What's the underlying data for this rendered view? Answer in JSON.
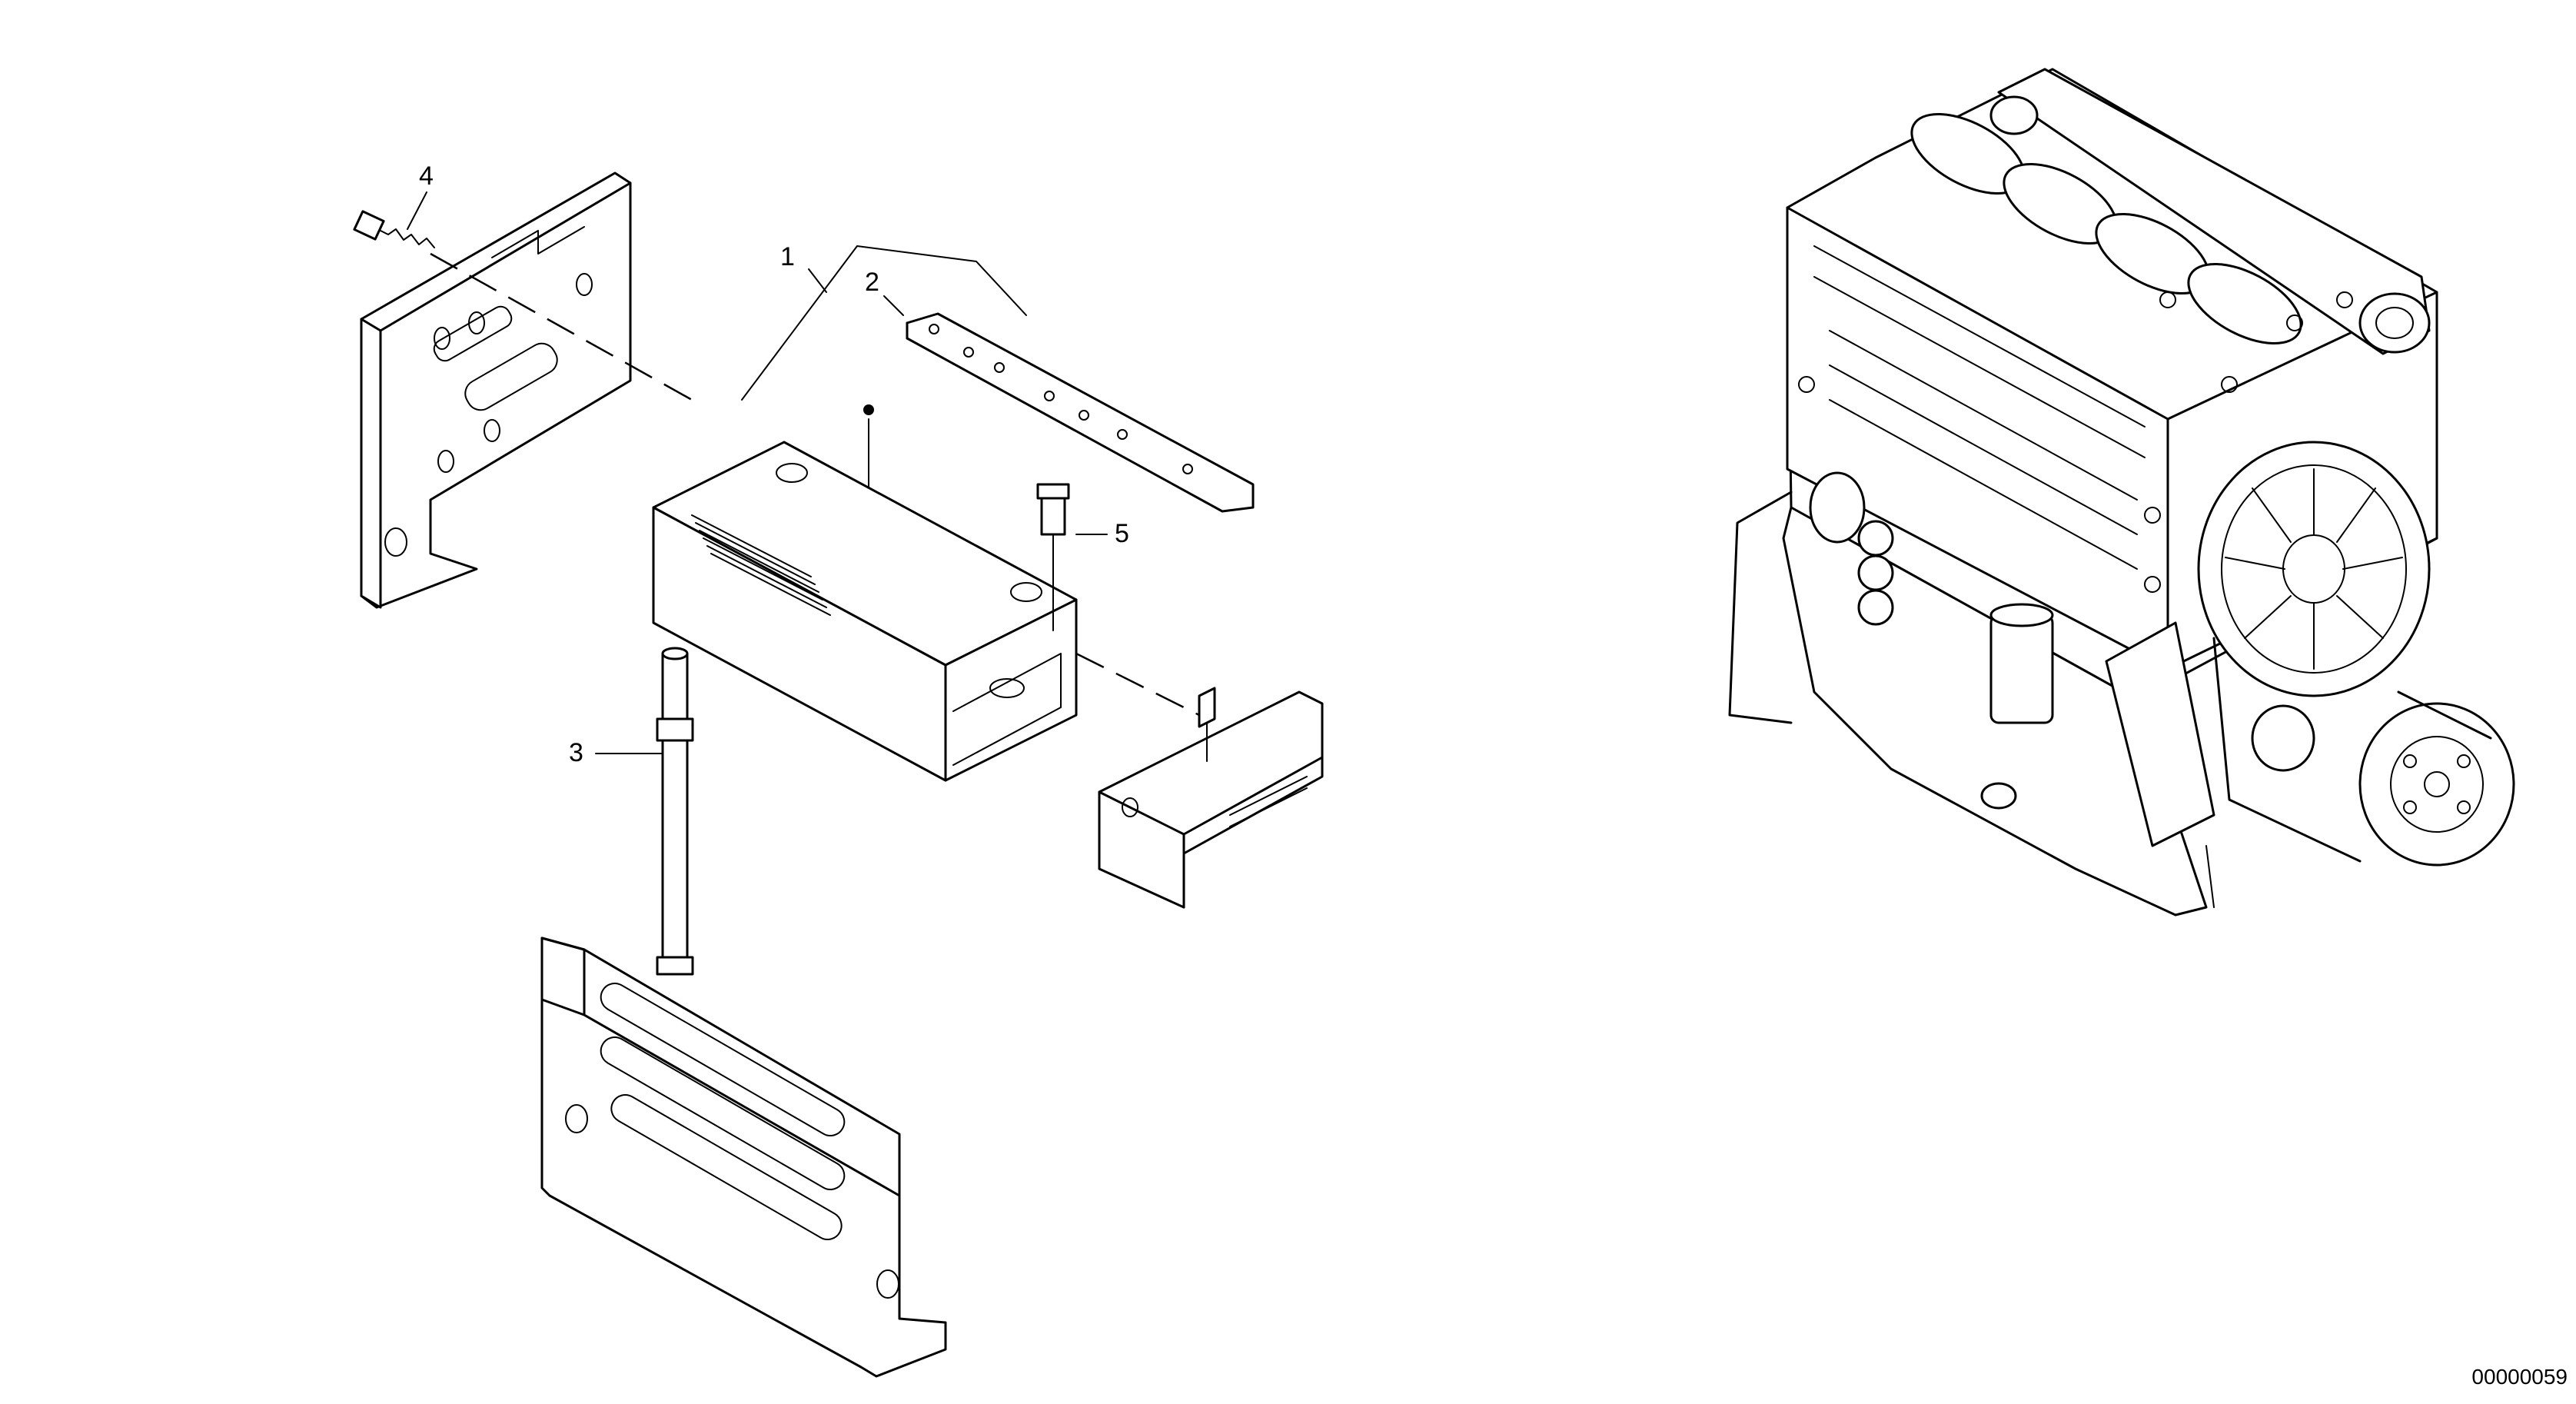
{
  "diagram": {
    "callouts": [
      {
        "id": "1",
        "label": "1"
      },
      {
        "id": "2",
        "label": "2"
      },
      {
        "id": "3",
        "label": "3"
      },
      {
        "id": "4",
        "label": "4"
      },
      {
        "id": "5",
        "label": "5"
      }
    ],
    "document_number": "00000059"
  }
}
